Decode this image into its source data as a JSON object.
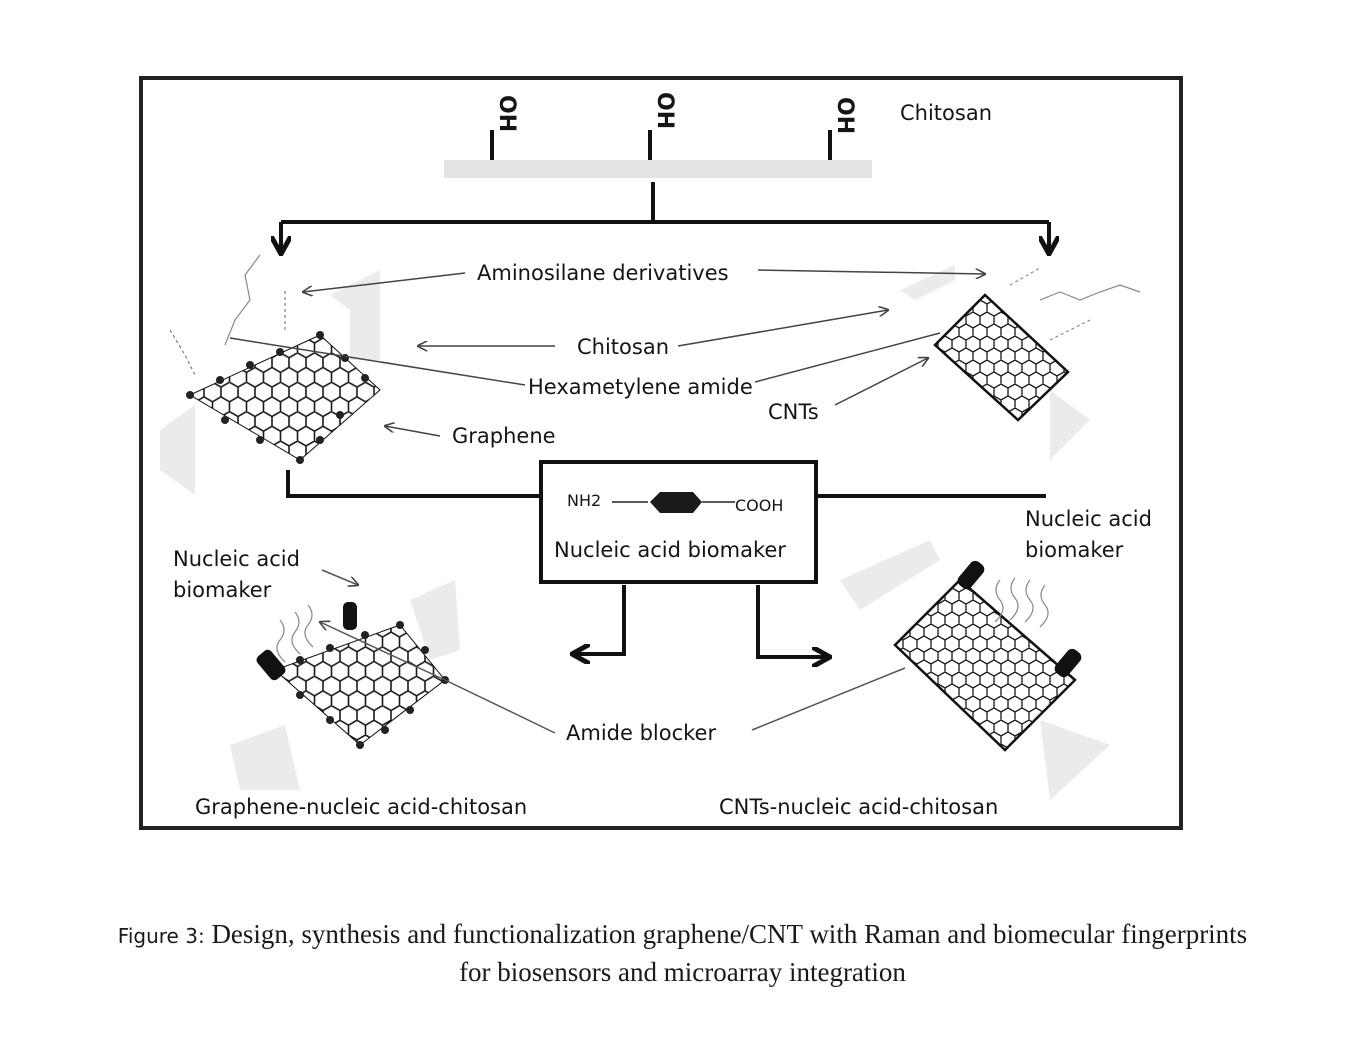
{
  "diagram": {
    "top": {
      "oh_groups": [
        "OH",
        "OH",
        "OH"
      ],
      "polymer_label": "Chitosan"
    },
    "labels": {
      "aminosilane": "Aminosilane derivatives",
      "chitosan": "Chitosan",
      "hexamethylene": "Hexametylene amide",
      "graphene": "Graphene",
      "cnts": "CNTs",
      "amide_blocker": "Amide blocker"
    },
    "biomarker_box": {
      "left_group": "NH2",
      "right_group": "COOH",
      "label": "Nucleic acid biomaker"
    },
    "left_product": {
      "marker_line1": "Nucleic acid",
      "marker_line2": "biomaker",
      "title": "Graphene-nucleic acid-chitosan"
    },
    "right_product": {
      "marker_line1": "Nucleic acid",
      "marker_line2": "biomaker",
      "title": "CNTs-nucleic acid-chitosan"
    }
  },
  "caption": {
    "prefix": "Figure 3:",
    "line1": " Design, synthesis and functionalization graphene/CNT with Raman and biomecular fingerprints",
    "line2": "for biosensors and microarray integration"
  }
}
